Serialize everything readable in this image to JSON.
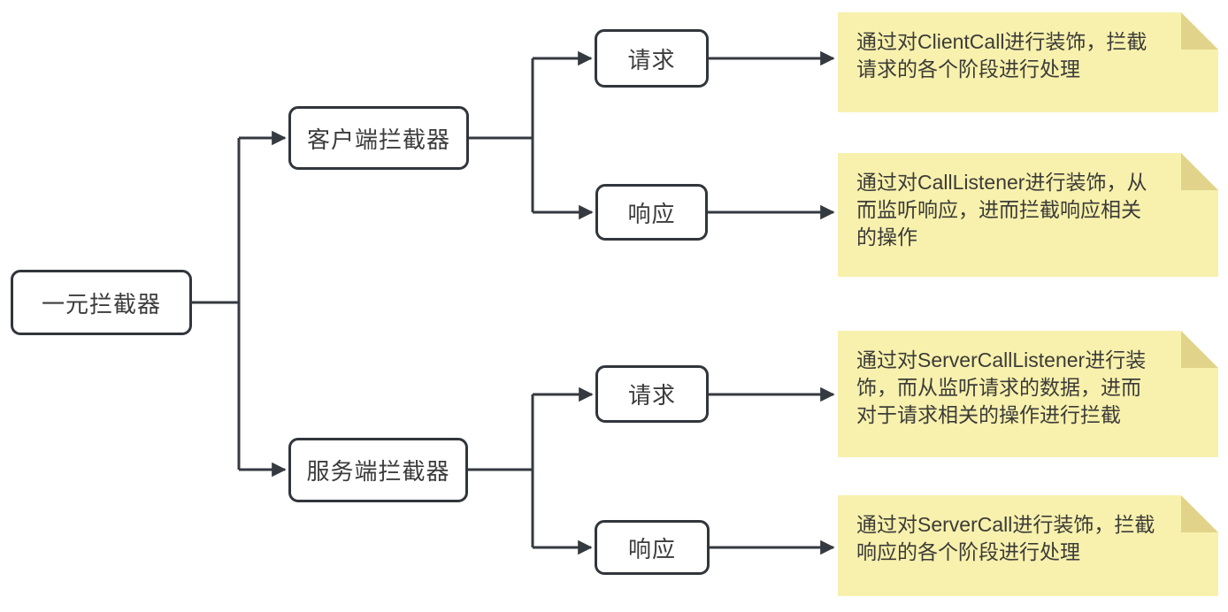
{
  "nodes": {
    "root": "一元拦截器",
    "client": "客户端拦截器",
    "server": "服务端拦截器",
    "client_request": "请求",
    "client_response": "响应",
    "server_request": "请求",
    "server_response": "响应"
  },
  "notes": {
    "client_request": "通过对ClientCall进行装饰，拦截\n请求的各个阶段进行处理",
    "client_response": "通过对CallListener进行装饰，从\n而监听响应，进而拦截响应相关\n的操作",
    "server_request": "通过对ServerCallListener进行装\n饰，而从监听请求的数据，进而\n对于请求相关的操作进行拦截",
    "server_response": "通过对ServerCall进行装饰，拦截\n响应的各个阶段进行处理"
  },
  "colors": {
    "note_background": "#F7F1AD",
    "note_fold": "#E2D38B",
    "connector_line": "#343A40",
    "node_border": "#31363C",
    "node_background": "#FFFFFF",
    "text": "#3C3C3C",
    "canvas_background": "#FFFFFF"
  }
}
